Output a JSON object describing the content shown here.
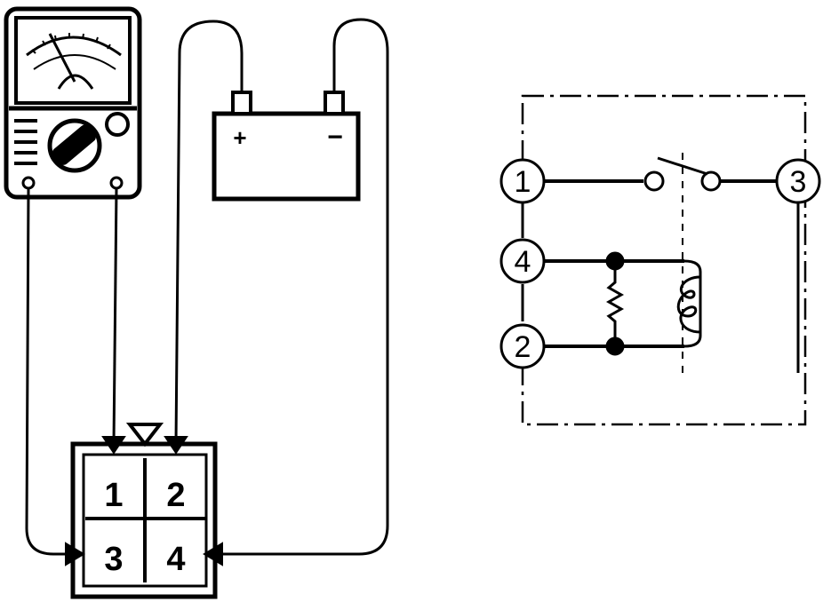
{
  "battery": {
    "plus": "+",
    "minus": "−"
  },
  "connector": {
    "pins": [
      "1",
      "2",
      "3",
      "4"
    ]
  },
  "schematic": {
    "terminals": [
      "1",
      "3",
      "4",
      "2"
    ]
  }
}
